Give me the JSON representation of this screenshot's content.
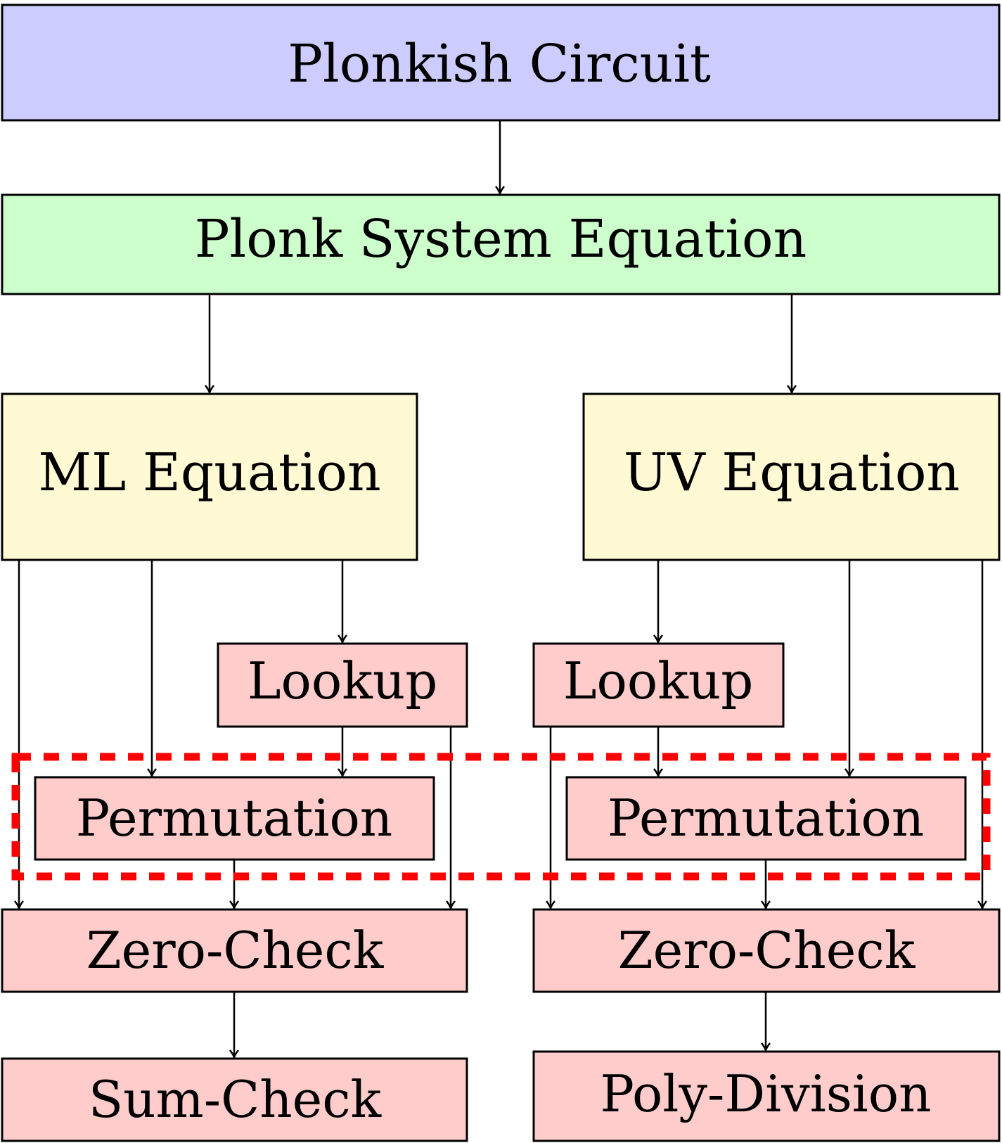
{
  "colors": {
    "blue": "#ccccff",
    "green": "#ccffcc",
    "yellow": "#fff9d4",
    "pink": "#ffcccc",
    "dashed": "#ff0000"
  },
  "nodes": {
    "plonkish_circuit": "Plonkish Circuit",
    "plonk_system_equation": "Plonk System Equation",
    "ml_equation": "ML Equation",
    "uv_equation": "UV Equation",
    "lookup_left": "Lookup",
    "lookup_right": "Lookup",
    "permutation_left": "Permutation",
    "permutation_right": "Permutation",
    "zero_check_left": "Zero-Check",
    "zero_check_right": "Zero-Check",
    "sum_check": "Sum-Check",
    "poly_division": "Poly-Division"
  }
}
